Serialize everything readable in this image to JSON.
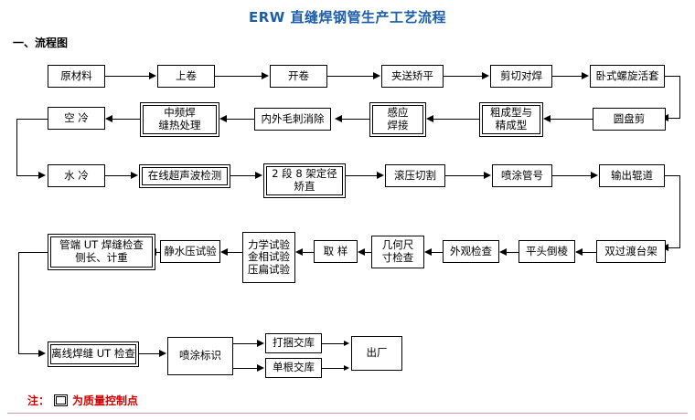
{
  "document": {
    "title": "ERW 直缝焊钢管生产工艺流程",
    "section_heading": "一、流程图",
    "title_color": "#1c5ea8",
    "note_color": "#d00000"
  },
  "note": {
    "prefix": "注：",
    "icon": "double-square-icon",
    "text": "为质量控制点"
  },
  "flow": {
    "row1": [
      {
        "id": "raw-material",
        "label": "原材料",
        "qc": false
      },
      {
        "id": "coil-loading",
        "label": "上卷",
        "qc": false
      },
      {
        "id": "uncoiling",
        "label": "开卷",
        "qc": false
      },
      {
        "id": "pinch-leveling",
        "label": "夹送矫平",
        "qc": false
      },
      {
        "id": "shear-butt-welding",
        "label": "剪切对焊",
        "qc": false
      },
      {
        "id": "horizontal-spiral-accumulator",
        "label": "卧式螺旋活套",
        "qc": false
      }
    ],
    "row2": [
      {
        "id": "air-cooling",
        "label": "空 冷",
        "qc": false
      },
      {
        "id": "weld-seam-heat-treatment",
        "label": "中频焊\n缝热处理",
        "qc": true
      },
      {
        "id": "burr-removal",
        "label": "内外毛刺消除",
        "qc": false
      },
      {
        "id": "induction-welding",
        "label": "感应\n焊接",
        "qc": true
      },
      {
        "id": "rough-fine-forming",
        "label": "粗成型与\n精成型",
        "qc": true
      },
      {
        "id": "disc-shear",
        "label": "圆盘剪",
        "qc": false
      }
    ],
    "row3": [
      {
        "id": "water-cooling",
        "label": "水 冷",
        "qc": false
      },
      {
        "id": "online-ultrasonic-testing",
        "label": "在线超声波检测",
        "qc": true
      },
      {
        "id": "sizing-straightening",
        "label": "2 段 8 架定径\n矫直",
        "qc": true
      },
      {
        "id": "roll-cutting",
        "label": "滚压切割",
        "qc": false
      },
      {
        "id": "pipe-number-spraying",
        "label": "喷涂管号",
        "qc": false
      },
      {
        "id": "output-roller-table",
        "label": "输出辊道",
        "qc": false
      }
    ],
    "row4": [
      {
        "id": "pipe-end-ut-inspection",
        "label": "管端 UT 焊缝检查\n侧长、计重",
        "qc": true
      },
      {
        "id": "hydrostatic-test",
        "label": "静水压试验",
        "qc": false
      },
      {
        "id": "mechanical-metallographic-flattening-tests",
        "label": "力学试验\n金相试验\n压扁试验",
        "qc": false
      },
      {
        "id": "sampling",
        "label": "取 样",
        "qc": false
      },
      {
        "id": "geometric-dimension-check",
        "label": "几何尺\n寸检查",
        "qc": false
      },
      {
        "id": "appearance-inspection",
        "label": "外观检查",
        "qc": false
      },
      {
        "id": "end-facing-beveling",
        "label": "平头倒棱",
        "qc": false
      },
      {
        "id": "double-transfer-rack",
        "label": "双过渡台架",
        "qc": false
      }
    ],
    "row5": [
      {
        "id": "offline-weld-ut-inspection",
        "label": "离线焊缝 UT 检查",
        "qc": true
      },
      {
        "id": "marking-spraying",
        "label": "喷涂标识",
        "qc": false
      },
      {
        "id": "bundle-warehousing",
        "label": "打捆交库",
        "qc": false
      },
      {
        "id": "single-pipe-warehousing",
        "label": "单根交库",
        "qc": false
      },
      {
        "id": "shipment",
        "label": "出厂",
        "qc": false
      }
    ]
  }
}
